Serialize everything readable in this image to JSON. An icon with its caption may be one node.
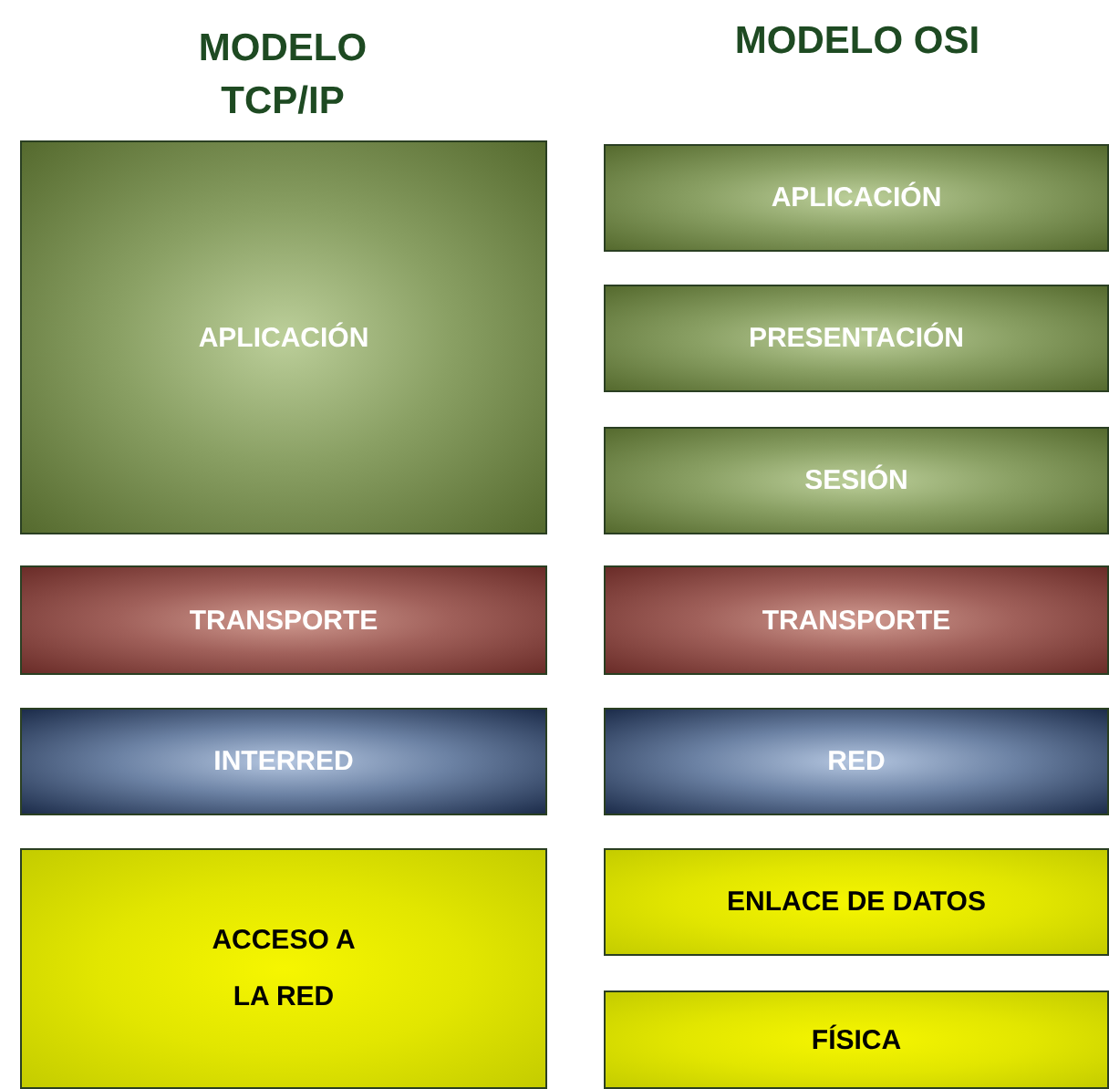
{
  "diagram": {
    "nodes": [
      {
        "text": [
          "APLICACIÓN"
        ]
      },
      {
        "text": [
          "TRANSPORTE"
        ]
      },
      {
        "text": [
          "INTERRED"
        ]
      },
      {
        "text": [
          "ACCESO A LA RED"
        ]
      },
      {
        "text": [
          "APLICACIÓN"
        ]
      },
      {
        "text": [
          "PRESENTACIÓN"
        ]
      },
      {
        "text": [
          "SESIÓN"
        ]
      },
      {
        "text": [
          "TRANSPORTE"
        ]
      },
      {
        "text": [
          "RED"
        ]
      },
      {
        "text": [
          "ENLACE DE DATOS"
        ]
      },
      {
        "text": [
          "FÍSICA"
        ]
      }
    ],
    "labels": [
      "MODELO TCP/IP",
      "MODELO OSI"
    ]
  }
}
